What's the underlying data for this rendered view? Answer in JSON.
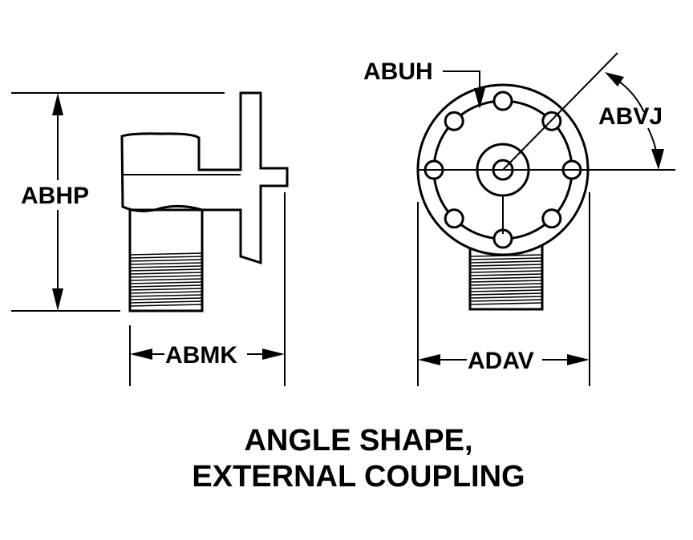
{
  "labels": {
    "abhp": "ABHP",
    "abmk": "ABMK",
    "abuh": "ABUH",
    "abvj": "ABVJ",
    "adav": "ADAV"
  },
  "caption": {
    "line1": "ANGLE SHAPE,",
    "line2": "EXTERNAL COUPLING"
  }
}
